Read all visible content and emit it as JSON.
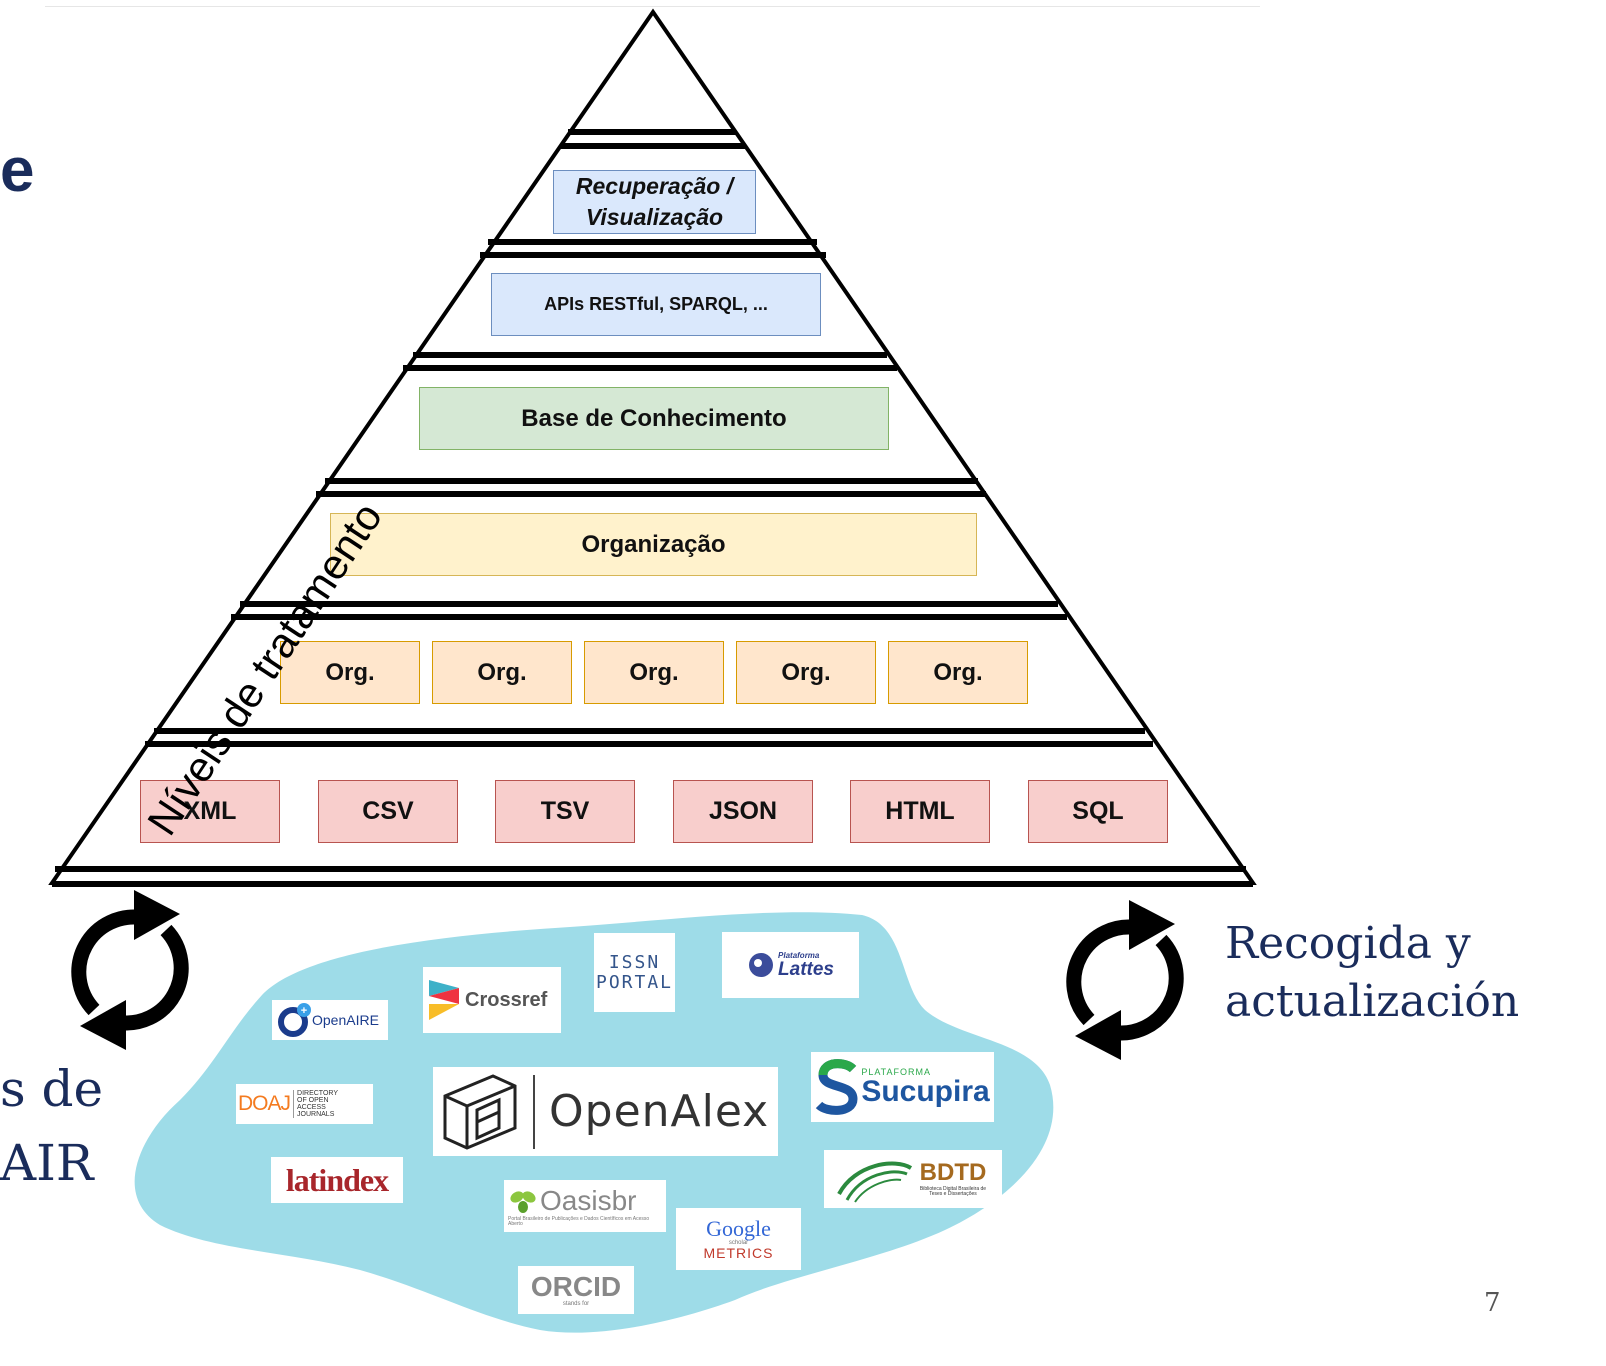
{
  "slide": {
    "title_fragment": "e",
    "left_caption_line1": "s de",
    "left_caption_line2": "AIR",
    "right_caption_line1": "Recogida y",
    "right_caption_line2": "actualización",
    "page_number": "7"
  },
  "pyramid": {
    "side_label": "Níveis de tratamento",
    "levels": {
      "retrieval": "Recuperação / Visualização",
      "retrieval_line1": "Recuperação /",
      "retrieval_line2": "Visualização",
      "apis": "APIs RESTful, SPARQL, ...",
      "knowledge_base": "Base de Conhecimento",
      "organization": "Organização",
      "org_units": [
        "Org.",
        "Org.",
        "Org.",
        "Org.",
        "Org."
      ],
      "formats": [
        "XML",
        "CSV",
        "TSV",
        "JSON",
        "HTML",
        "SQL"
      ]
    }
  },
  "sources": {
    "openaire": "OpenAIRE",
    "crossref": "Crossref",
    "issn_line1": "ISSN",
    "issn_line2": "PORTAL",
    "lattes_small": "Plataforma",
    "lattes": "Lattes",
    "doaj": "DOAJ",
    "doaj_sub": "DIRECTORY OF OPEN ACCESS JOURNALS",
    "openalex": "OpenAlex",
    "sucupira_small": "PLATAFORMA",
    "sucupira": "Sucupira",
    "latindex": "latindex",
    "bdtd": "BDTD",
    "bdtd_sub": "Biblioteca Digital Brasileira de Teses e Dissertações",
    "oasisbr": "Oasisbr",
    "oasisbr_sub": "Portal Brasileiro de Publicações e Dados Científicos em Acesso Aberto",
    "google": "Google",
    "google_small": "scholar",
    "metrics": "METRICS",
    "orcid": "ORCID",
    "orcid_sub": "stands for"
  },
  "colors": {
    "navy": "#1a2c5b",
    "retrieval_fill": "#dae8fc",
    "retrieval_border": "#6c8ebf",
    "kb_fill": "#d5e8d4",
    "kb_border": "#82b366",
    "org_fill": "#fff2cc",
    "org_border": "#d6b656",
    "orgunit_fill": "#ffe6cc",
    "orgunit_border": "#d79b00",
    "format_fill": "#f8cecc",
    "format_border": "#b85450",
    "cloud": "#9edce8"
  }
}
